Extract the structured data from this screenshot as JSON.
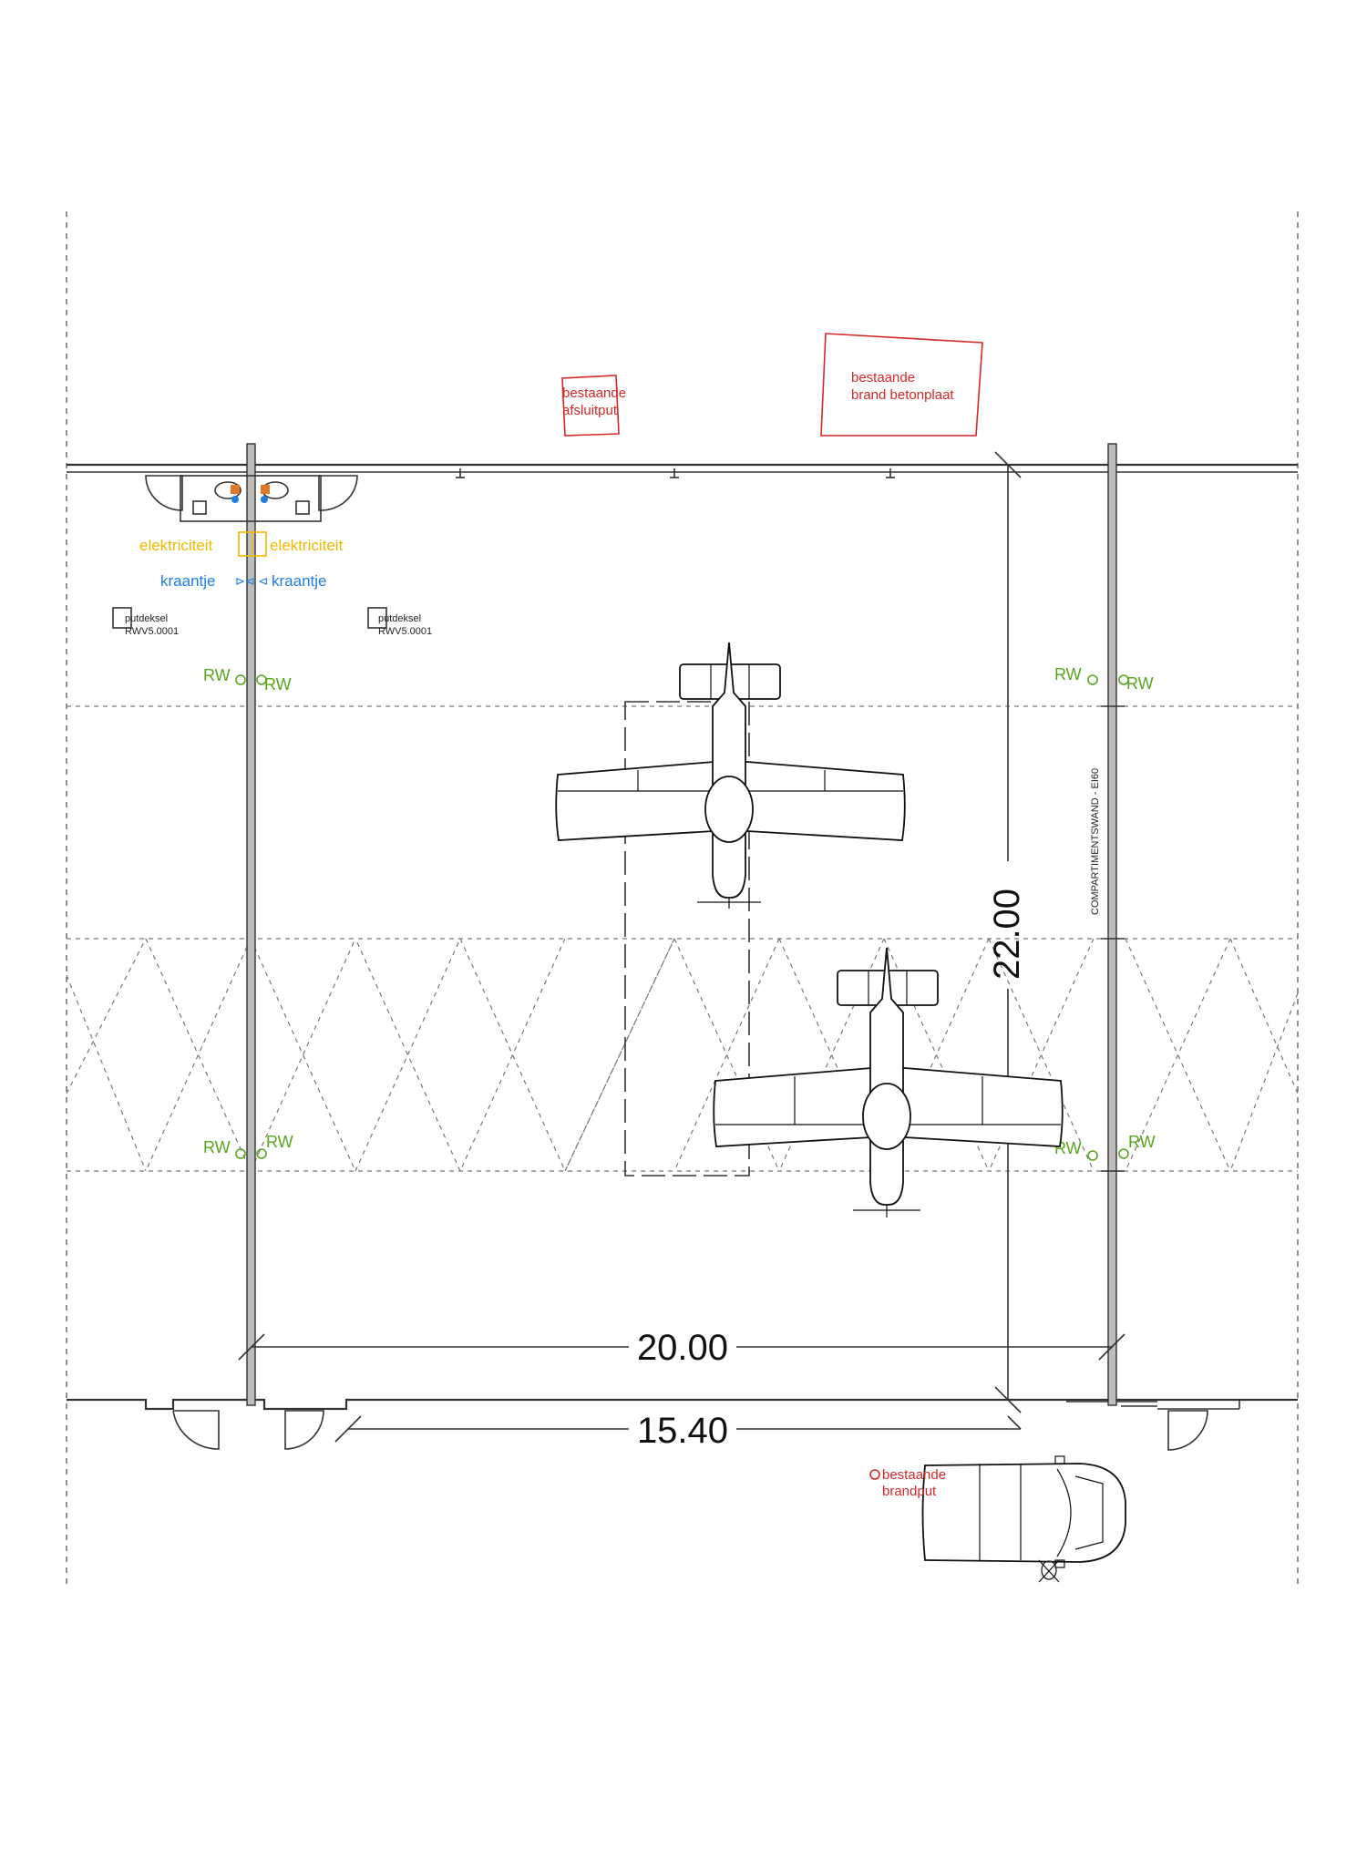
{
  "dimensions": {
    "depth": "22.00",
    "width": "20.00",
    "door_width": "15.40"
  },
  "labels": {
    "afsluitput": [
      "bestaande",
      "afsluitput"
    ],
    "betonplaat": [
      "bestaande",
      "brand betonplaat"
    ],
    "brandput": [
      "bestaande",
      "brandput"
    ],
    "elektriciteit_left": "elektriciteit",
    "elektriciteit_right": "elektriciteit",
    "kraantje_left": "kraantje",
    "kraantje_right": "kraantje",
    "putdeksel_1": [
      "putdeksel",
      "RWV5.0001"
    ],
    "putdeksel_2": [
      "putdeksel",
      "RWV5.0001"
    ],
    "compartment_wall": "COMPARTIMENTSWAND - EI60",
    "rw": "RW"
  },
  "colors": {
    "red": "#d62828",
    "yellow": "#f2b800",
    "blue": "#1f7fe0",
    "green": "#5aa51e",
    "line": "#333333"
  }
}
